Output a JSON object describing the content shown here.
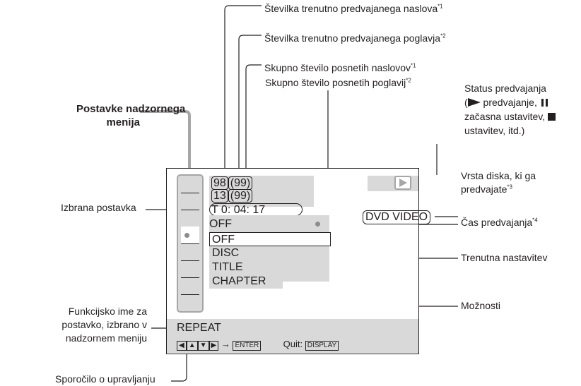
{
  "labels": {
    "title_number": "Številka trenutno predvajanega naslova",
    "title_number_note": "*1",
    "chapter_number": "Številka trenutno predvajanega poglavja",
    "chapter_number_note": "*2",
    "total_titles": "Skupno število posnetih naslovov",
    "total_titles_note": "*1",
    "total_chapters": "Skupno število posnetih poglavij",
    "total_chapters_note": "*2",
    "status_line1": "Status predvajanja",
    "status_line2_pre": "(",
    "status_line2_post": " predvajanje, ",
    "status_line3": "začasna ustavitev, ",
    "status_line4": "ustavitev, itd.)",
    "menu_items_line1": "Postavke nadzornega",
    "menu_items_line2": "menija",
    "selected_item": "Izbrana postavka",
    "disc_type_line1": "Vrsta diska, ki ga",
    "disc_type_line2": "predvajate",
    "disc_type_note": "*3",
    "play_time": "Čas predvajanja",
    "play_time_note": "*4",
    "current_setting": "Trenutna nastavitev",
    "options": "Možnosti",
    "function_line1": "Funkcijsko ime za",
    "function_line2": "postavko, izbrano v",
    "function_line3": "nadzornem meniju",
    "operation_message": "Sporočilo o upravljanju"
  },
  "screen": {
    "title_current": "98",
    "title_total": "(99)",
    "chapter_current": "13",
    "chapter_total": "(99)",
    "time": "T    0: 04: 17",
    "disc_type": "DVD VIDEO",
    "current_setting": "OFF",
    "options": [
      "OFF",
      "DISC",
      "TITLE",
      "CHAPTER"
    ],
    "function_name": "REPEAT",
    "arrow_to": "→",
    "enter_key": "ENTER",
    "quit_label": "Quit:",
    "display_key": "DISPLAY"
  },
  "colors": {
    "panel_gray": "#d9d9d9",
    "icon_gray": "#a6a6a6",
    "line": "#231f20"
  }
}
